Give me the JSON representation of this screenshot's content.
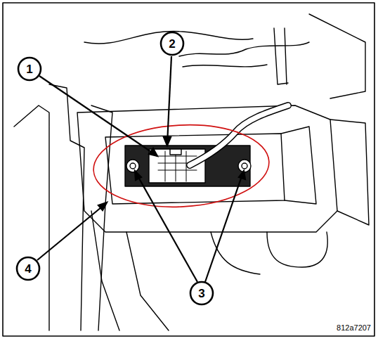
{
  "diagram": {
    "labels": [
      "1",
      "2",
      "3",
      "4",
      "812a7207"
    ]
  }
}
